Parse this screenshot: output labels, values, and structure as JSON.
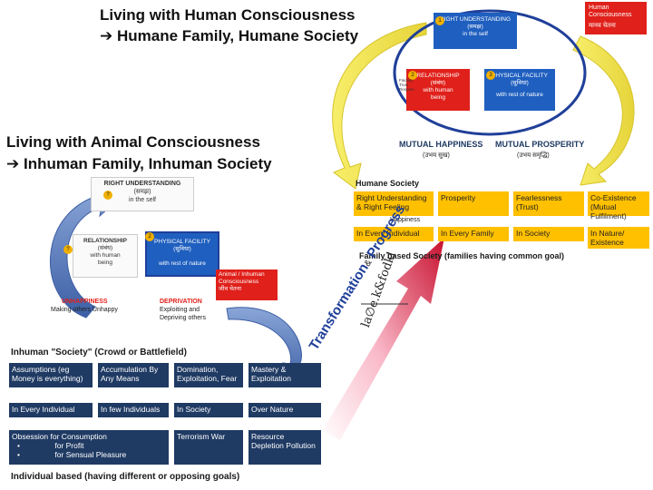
{
  "titles": {
    "human_line1": "Living with Human Consciousness",
    "human_line2": "Humane Family, Humane Society",
    "animal_line1": "Living with Animal Consciousness",
    "animal_line2": "Inhuman Family, Inhuman Society",
    "arrow_glyph": "➔"
  },
  "human_diagram": {
    "corner_label": "Human Consciousness",
    "corner_label_hi": "मानव चेतना",
    "right_understanding": "RIGHT UNDERSTANDING",
    "right_understanding_hi": "(समझ)",
    "right_understanding_sub": "in the self",
    "relationship": "RELATIONSHIP",
    "relationship_hi": "(संबंध)",
    "relationship_sub1": "with human",
    "relationship_sub2": "being",
    "physical_facility": "PHYSICAL FACILITY",
    "physical_facility_hi": "(सुविधा)",
    "physical_facility_sub": "with rest of nature",
    "side_note": "Finding Trust Respect",
    "badge1": "1",
    "badge2": "2",
    "badge3": "3",
    "mutual_happiness": "MUTUAL HAPPINESS",
    "mutual_happiness_hi": "(उभय सुख)",
    "mutual_prosperity": "MUTUAL PROSPERITY",
    "mutual_prosperity_hi": "(उभय समृद्धि)"
  },
  "humane_society": {
    "heading": "Humane Society",
    "rows": [
      [
        "Right Understanding & Right Feeling",
        "Prosperity",
        "Fearlessness (Trust)",
        "Co-Existence (Mutual Fulfilment)"
      ],
      [
        "In Every Individual",
        "In Every Family",
        "In Society",
        "In Nature/ Existence"
      ]
    ],
    "happiness": "Happiness",
    "footer": "Family based Society (families having common goal)"
  },
  "animal_diagram": {
    "right_understanding": "RIGHT UNDERSTANDING",
    "right_understanding_hi": "(समझ)",
    "right_understanding_sub": "in the self",
    "relationship": "RELATIONSHIP",
    "relationship_hi": "(संबंध)",
    "relationship_sub1": "with human",
    "relationship_sub2": "being",
    "physical_facility": "PHYSICAL FACILITY",
    "physical_facility_hi": "(सुविधा)",
    "physical_facility_sub": "with rest of nature",
    "badge_q1": "?",
    "badge_q2": "?",
    "badge_2": "2",
    "animal_label1": "Animal / Inhuman",
    "animal_label2": "Consciousness",
    "animal_label_hi": "जीव चेतना",
    "unhappiness": "UNHAPPINESS",
    "unhappiness_sub": "Making others Unhappy",
    "deprivation": "DEPRIVATION",
    "deprivation_sub1": "Exploiting and",
    "deprivation_sub2": "Depriving others"
  },
  "inhuman_society": {
    "heading": "Inhuman \"Society\" (Crowd or Battlefield)",
    "rows": [
      [
        "Assumptions (eg Money is everything)",
        "Accumulation By Any Means",
        "Domination, Exploitation, Fear",
        "Mastery & Exploitation"
      ],
      [
        "In Every Individual",
        "In few Individuals",
        "In Society",
        "Over Nature"
      ]
    ],
    "obsession_title": "Obsession for Consumption",
    "obsession_items": [
      "for Profit",
      "for Sensual Pleasure"
    ],
    "terrorism": "Terrorism War",
    "resource": "Resource Depletion Pollution",
    "footer": "Individual based (having different or opposing goals)"
  },
  "transformation": {
    "text1": "Transformation",
    "amp": "&",
    "text2": "Progress",
    "hindi_garbled": "la∅e.k&fodkl"
  },
  "colors": {
    "blue": "#1f5fbf",
    "red": "#e0201a",
    "yellow": "#ffc000",
    "navy": "#1f3a63",
    "arrow_yellow": "#f2e24a",
    "arrow_blue": "#5a7ec0"
  }
}
